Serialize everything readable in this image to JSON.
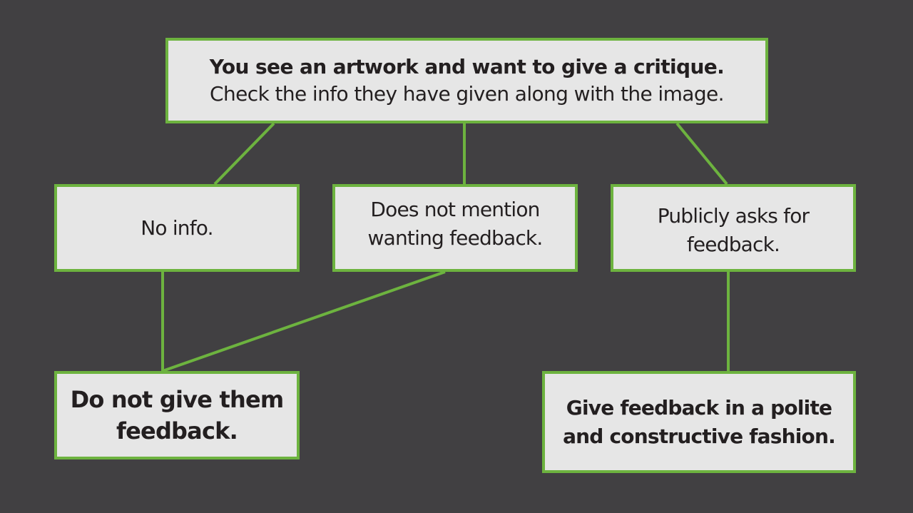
{
  "colors": {
    "background": "#414042",
    "box_fill": "#e6e6e6",
    "accent_green": "#6db33f",
    "text": "#231f20"
  },
  "root": {
    "title": "You see an artwork and want to give a critique.",
    "subtitle": "Check the info they have given along with the image."
  },
  "branches": {
    "no_info": [
      "No info."
    ],
    "no_mention": [
      "Does not mention",
      "wanting feedback."
    ],
    "asks_publicly": [
      "Publicly asks for",
      "feedback."
    ]
  },
  "outcomes": {
    "do_not_give": [
      "Do not give them",
      "feedback."
    ],
    "give_feedback": [
      "Give feedback in a polite",
      "and constructive fashion."
    ]
  }
}
